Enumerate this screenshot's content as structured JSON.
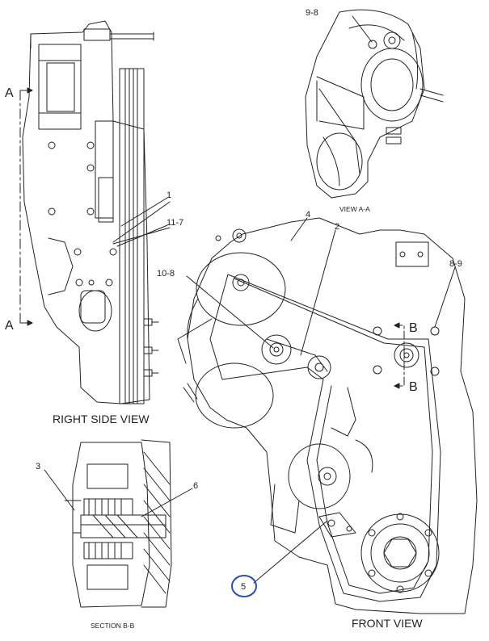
{
  "views": {
    "right_side": "RIGHT SIDE VIEW",
    "view_a": "VIEW A-A",
    "section_b": "SECTION B-B",
    "front": "FRONT VIEW"
  },
  "section_markers": {
    "a_top": "A",
    "a_bottom": "A",
    "b_top": "B",
    "b_bottom": "B"
  },
  "callouts": {
    "c1": "1",
    "c2": "2",
    "c3": "3",
    "c4": "4",
    "c5": "5",
    "c6": "6",
    "c8_9": "8-9",
    "c9_8": "9-8",
    "c10_8": "10-8",
    "c11_7": "11-7"
  },
  "highlight_color": "#2c4fb5",
  "line_color": "#222222"
}
